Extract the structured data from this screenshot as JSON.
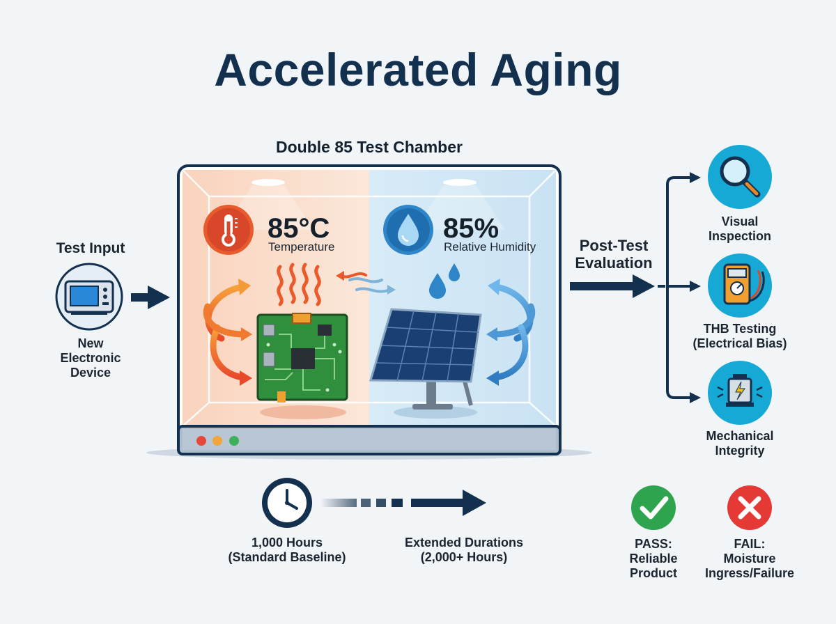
{
  "title": "Accelerated Aging",
  "chamber": {
    "title": "Double 85 Test Chamber",
    "temperature_value": "85°C",
    "temperature_label": "Temperature",
    "humidity_value": "85%",
    "humidity_label": "Relative Humidity"
  },
  "input": {
    "heading": "Test Input",
    "device_line1": "New",
    "device_line2": "Electronic",
    "device_line3": "Device"
  },
  "evaluation": {
    "heading_line1": "Post-Test",
    "heading_line2": "Evaluation",
    "items": [
      {
        "line1": "Visual",
        "line2": "Inspection",
        "icon": "magnifier-icon"
      },
      {
        "line1": "THB Testing",
        "line2": "(Electrical Bias)",
        "icon": "multimeter-icon"
      },
      {
        "line1": "Mechanical",
        "line2": "Integrity",
        "icon": "mechanical-stress-icon"
      }
    ]
  },
  "duration": {
    "standard_line1": "1,000 Hours",
    "standard_line2": "(Standard Baseline)",
    "extended_line1": "Extended Durations",
    "extended_line2": "(2,000+ Hours)"
  },
  "results": {
    "pass_line1": "PASS:",
    "pass_line2": "Reliable",
    "pass_line3": "Product",
    "fail_line1": "FAIL:",
    "fail_line2": "Moisture",
    "fail_line3": "Ingress/Failure"
  },
  "colors": {
    "navy": "#13304e",
    "hot": "#e8582a",
    "cool": "#3d8fd1",
    "pass": "#2ea44f",
    "fail": "#e53935",
    "teal": "#17a9d6"
  }
}
